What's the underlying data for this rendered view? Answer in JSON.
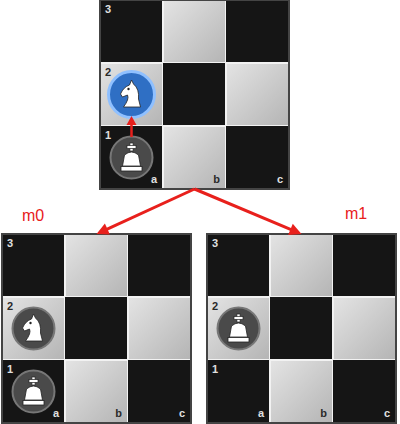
{
  "diagram": {
    "nodes": [
      {
        "text": [
          "3",
          "2",
          "1",
          "a",
          "b",
          "c"
        ]
      },
      {
        "text": [
          "m0",
          "3",
          "2",
          "1",
          "a",
          "b",
          "c"
        ]
      },
      {
        "text": [
          "m1",
          "3",
          "2",
          "1",
          "a",
          "b",
          "c"
        ]
      }
    ],
    "edges": [
      {
        "from": 0,
        "to": 1,
        "arrow": "to"
      },
      {
        "from": 0,
        "to": 2,
        "arrow": "to"
      }
    ]
  }
}
